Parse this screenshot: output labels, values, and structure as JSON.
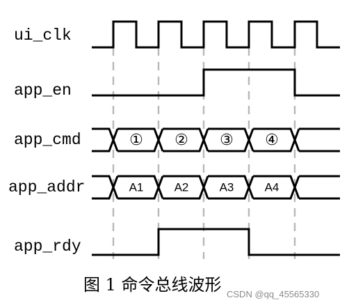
{
  "signals": {
    "ui_clk": "ui_clk",
    "app_en": "app_en",
    "app_cmd": "app_cmd",
    "app_addr": "app_addr",
    "app_rdy": "app_rdy"
  },
  "app_cmd_values": [
    "①",
    "②",
    "③",
    "④"
  ],
  "app_addr_values": [
    "A1",
    "A2",
    "A3",
    "A4"
  ],
  "caption": "图 1  命令总线波形",
  "watermark": "CSDN @qq_45565330",
  "colors": {
    "wave": "#000000",
    "guide": "#b8b8b8",
    "background": "#ffffff"
  }
}
